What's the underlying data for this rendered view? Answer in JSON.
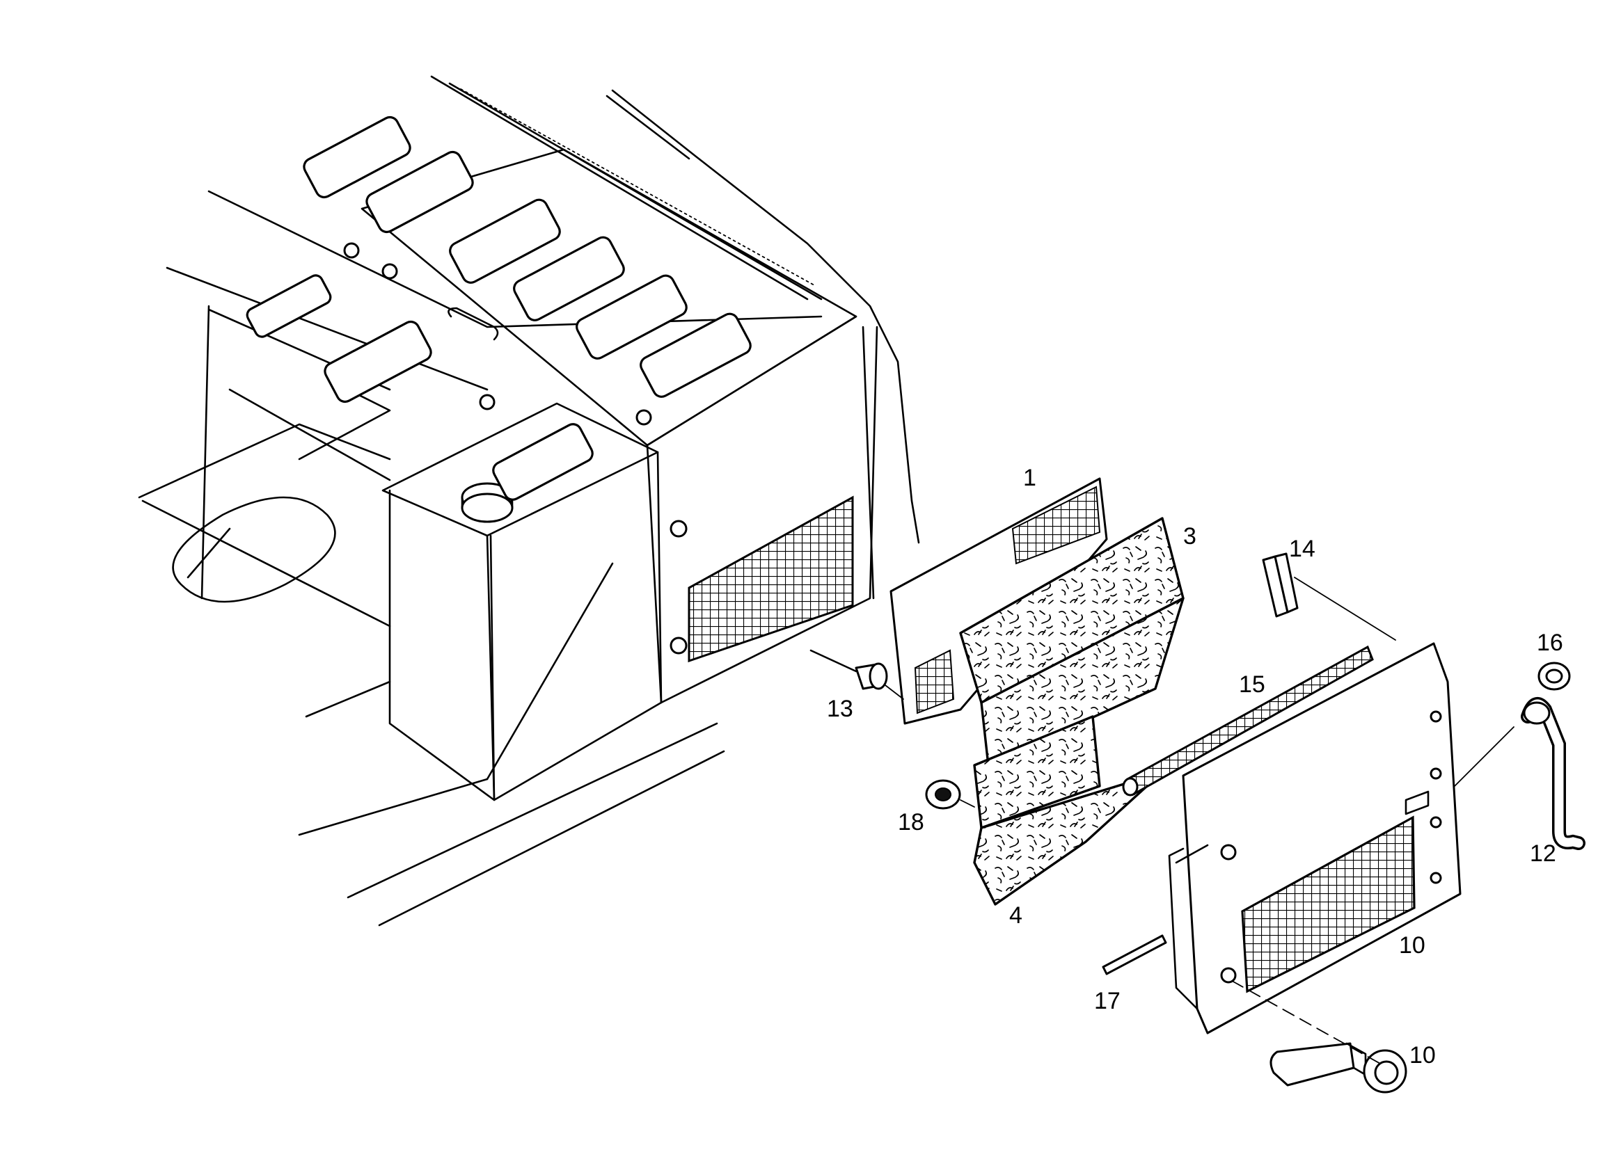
{
  "callouts": {
    "c1": "1",
    "c3": "3",
    "c4": "4",
    "c10a": "10",
    "c10b": "10",
    "c12": "12",
    "c13": "13",
    "c14": "14",
    "c15": "15",
    "c16": "16",
    "c17": "17",
    "c18": "18"
  }
}
